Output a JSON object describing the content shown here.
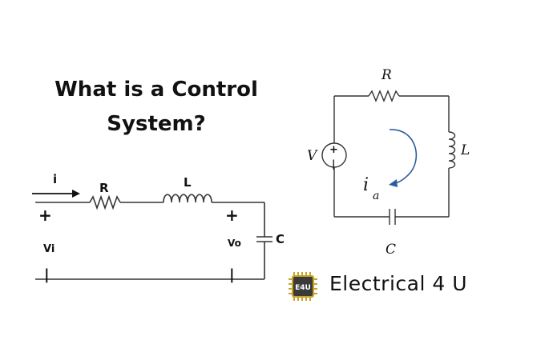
{
  "title": {
    "line1": "What is a Control",
    "line2": "System?"
  },
  "left_circuit": {
    "current_label": "i",
    "resistor_label": "R",
    "inductor_label": "L",
    "input_plus": "+",
    "input_minus": "|",
    "input_label": "Vi",
    "output_plus": "+",
    "output_minus": "|",
    "output_label": "Vo",
    "capacitor_label": "C"
  },
  "right_circuit": {
    "resistor_label": "R",
    "inductor_label": "L",
    "capacitor_label": "C",
    "source_label": "V",
    "source_plus": "+",
    "source_minus": "|",
    "loop_current_label": "i",
    "loop_current_subscript": "a"
  },
  "brand": {
    "logo_text": "E4U",
    "name": "Electrical 4 U"
  },
  "colors": {
    "wire": "#333333",
    "loop_arrow": "#2f5d9e",
    "logo_gold": "#c9a227",
    "logo_dark": "#3a3a3a"
  }
}
